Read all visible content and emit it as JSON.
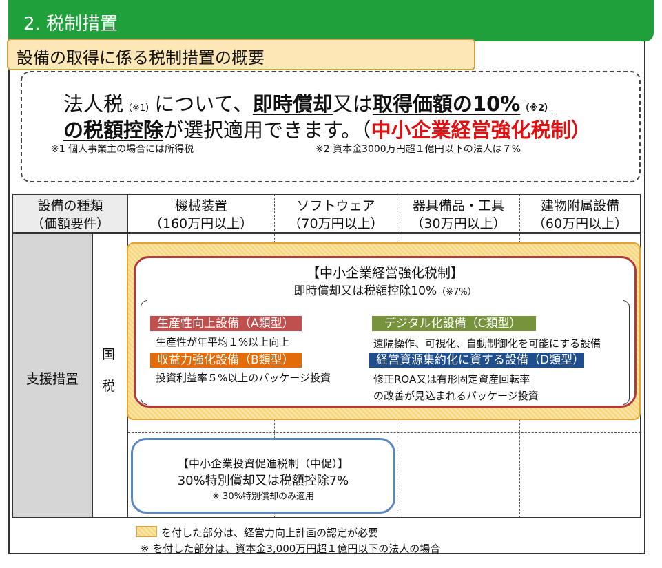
{
  "header": {
    "section_title": "2. 税制措置"
  },
  "subtitle": "設備の取得に係る税制措置の概要",
  "summary": {
    "p1": "法人税",
    "note_ref1": "（※1）",
    "p2": "について、",
    "ul1": "即時償却",
    "p3": "又は",
    "ul2": "取得価額の10%",
    "note_ref2": "（※2）",
    "ul3": "の税額控除",
    "p4": "が選択適用できます。（",
    "red_text": "中小企業経営強化税制",
    "p5": "）",
    "note1": "※1 個人事業主の場合には所得税",
    "note2": "※2 資本金3000万円超１億円以下の法人は７%"
  },
  "table": {
    "col0": {
      "l1": "設備の種類",
      "l2": "（価額要件）"
    },
    "col1": {
      "l1": "機械装置",
      "l2": "（160万円以上）"
    },
    "col2": {
      "l1": "ソフトウェア",
      "l2": "（70万円以上）"
    },
    "col3": {
      "l1": "器具備品・工具",
      "l2": "（30万円以上）"
    },
    "col4": {
      "l1": "建物附属設備",
      "l2": "（60万円以上）"
    },
    "row_label": "支援措置",
    "national_tax": [
      "国",
      "税"
    ]
  },
  "keiei": {
    "title": "【中小企業経営強化税制】",
    "sub": "即時償却又は税額控除10%",
    "sub_note": "（※7%）",
    "A": {
      "label": "生産性向上設備（A類型）",
      "desc": "生産性が年平均１%以上向上",
      "color": "#c0504d"
    },
    "B": {
      "label": "収益力強化設備（B類型）",
      "desc": "投資利益率５%以上のパッケージ投資",
      "color": "#e36c0a"
    },
    "C": {
      "label": "デジタル化設備（C類型）",
      "desc": "遠隔操作、可視化、自動制御化を可能にする設備",
      "color": "#77933c"
    },
    "D": {
      "label": "経営資源集約化に資する設備（D類型）",
      "desc1": "修正ROA又は有形固定資産回転率",
      "desc2": "の改善が見込まれるパッケージ投資",
      "color": "#1f4e8c"
    }
  },
  "sokushin": {
    "title": "【中小企業投資促進税制（中促）】",
    "line2": "30%特別償却又は税額控除7%",
    "note": "※ 30%特別償却のみ適用"
  },
  "footer": {
    "legend1": "を付した部分は、経営力向上計画の認定が必要",
    "legend2_mark": "※",
    "legend2": "を付した部分は、資本金3,000万円超１億円以下の法人の場合"
  }
}
